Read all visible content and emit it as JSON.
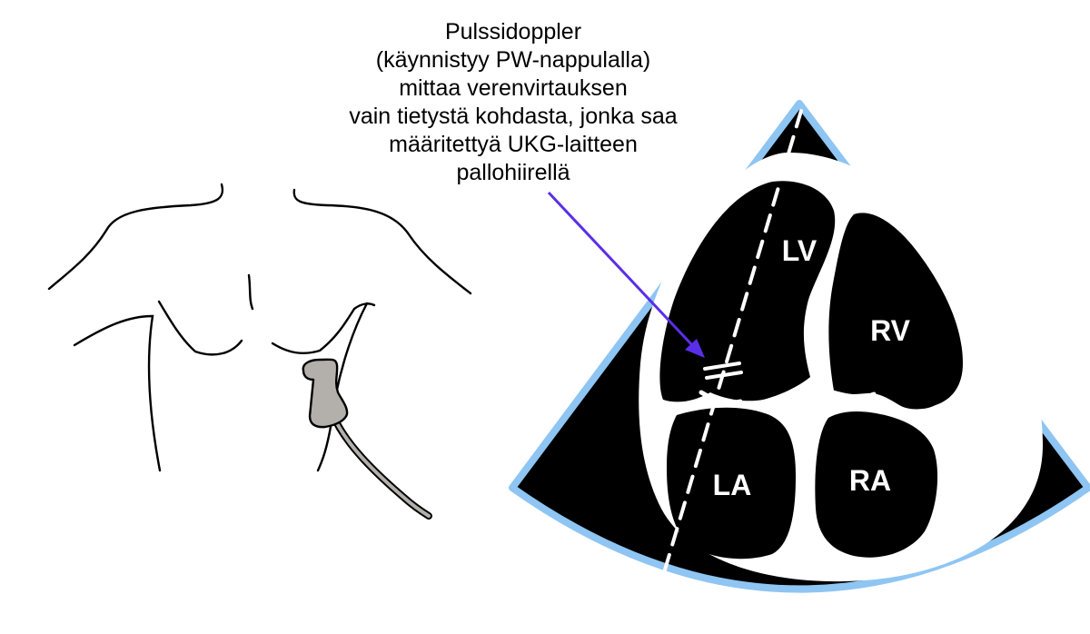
{
  "annotation": {
    "lines": [
      "Pulssidoppler",
      "(käynnistyy PW-nappulalla)",
      "mittaa verenvirtauksen",
      "vain tietystä kohdasta, jonka saa",
      "määritettyä UKG-laitteen",
      "pallohiirellä"
    ]
  },
  "chambers": {
    "lv": "LV",
    "rv": "RV",
    "la": "LA",
    "ra": "RA"
  },
  "colors": {
    "sector_border": "#8ec5f2",
    "sector_fill": "#000000",
    "heart_walls": "#ffffff",
    "arrow": "#5a2ee8",
    "probe_fill": "#b3b0ab",
    "body_outline": "#000000"
  },
  "icons": {
    "probe": "ultrasound-probe-icon",
    "sample_gate": "doppler-sample-gate-icon"
  }
}
